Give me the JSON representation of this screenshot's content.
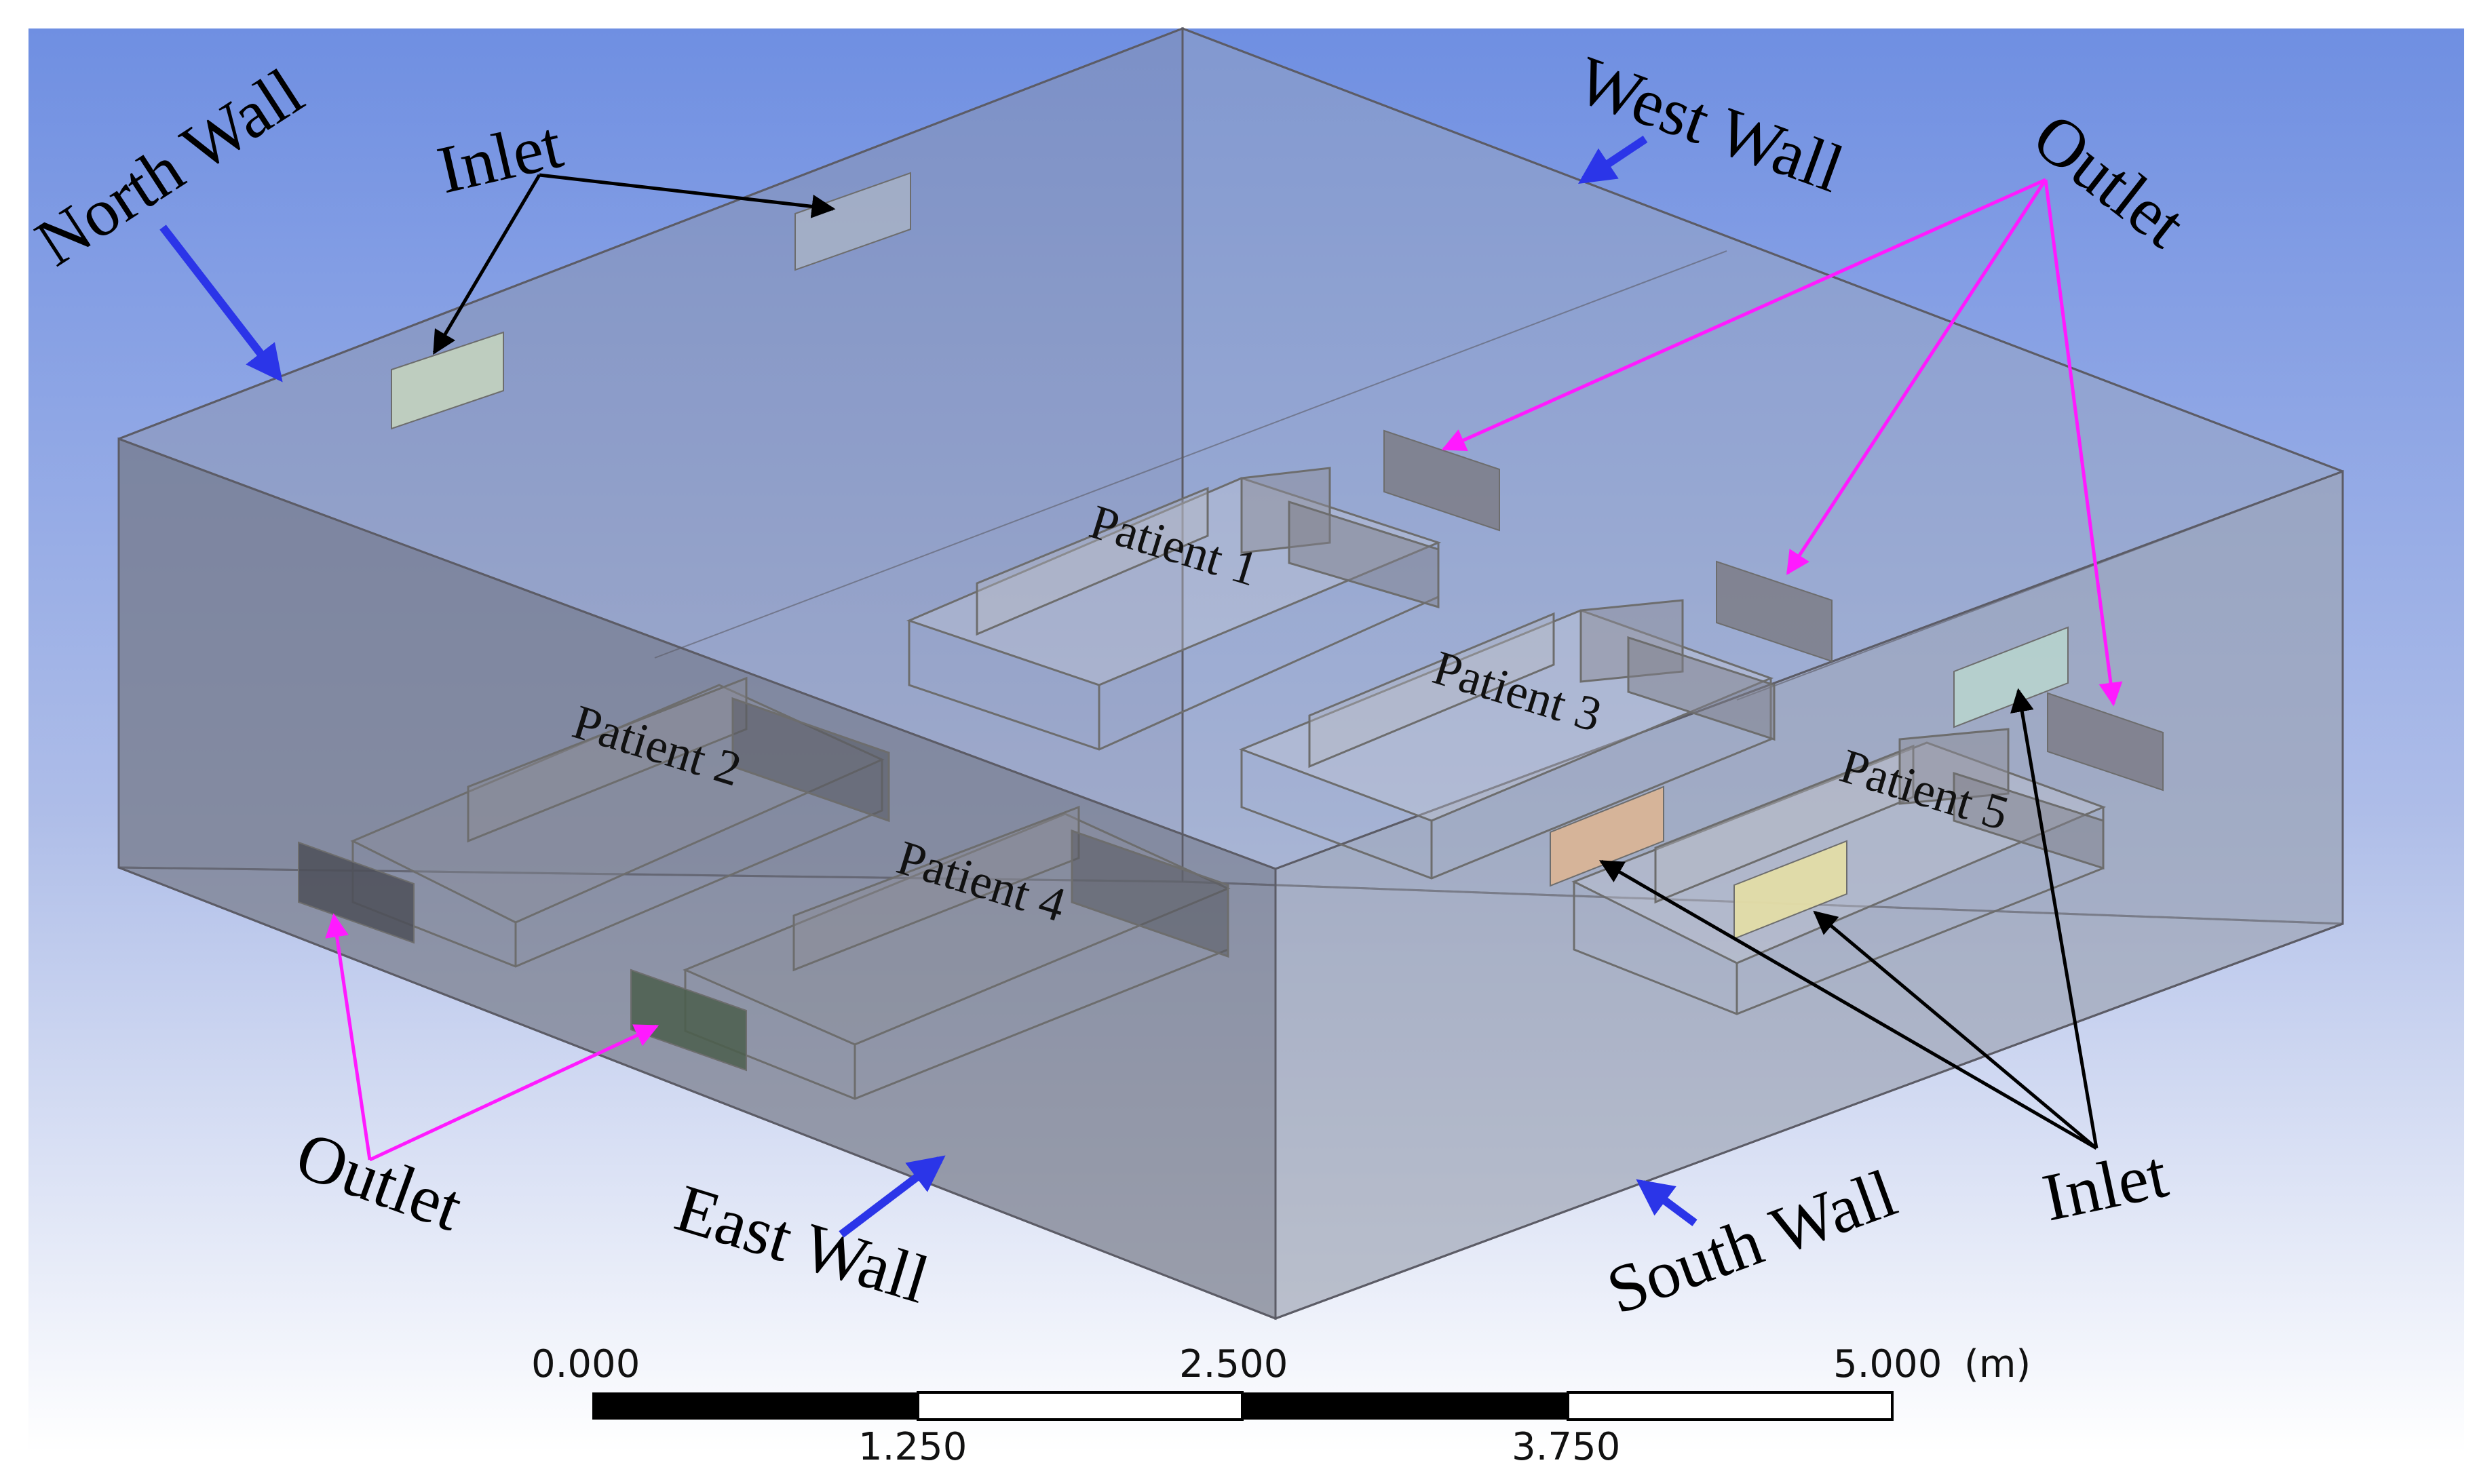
{
  "colors": {
    "background_top": "#6f8fe2",
    "background_bottom": "#ffffff",
    "room_line": "#5c5c66",
    "annotation_magenta": "#ff1aff",
    "annotation_black": "#000000",
    "wall_arrow_blue": "#2b35e8",
    "inlet_green": "#c7d6bd",
    "inlet_blue_grey": "#a7b2c6",
    "inlet_teal": "#b7d3cd",
    "inlet_tan": "#d9b497",
    "inlet_yellow": "#e3dca7",
    "outlet_grey": "#7d7d87"
  },
  "labels": {
    "north_wall": "North Wall",
    "west_wall": "West Wall",
    "east_wall": "East Wall",
    "south_wall": "South Wall",
    "inlet_top": "Inlet",
    "inlet_bottom_right": "Inlet",
    "outlet_top_right": "Outlet",
    "outlet_bottom_left": "Outlet"
  },
  "patients": [
    {
      "id": 1,
      "label": "Patient 1"
    },
    {
      "id": 2,
      "label": "Patient 2"
    },
    {
      "id": 3,
      "label": "Patient 3"
    },
    {
      "id": 4,
      "label": "Patient 4"
    },
    {
      "id": 5,
      "label": "Patient 5"
    }
  ],
  "scale_bar": {
    "top_labels": [
      "0.000",
      "2.500",
      "5.000"
    ],
    "unit": "(m)",
    "bottom_labels": [
      "1.250",
      "3.750"
    ]
  }
}
